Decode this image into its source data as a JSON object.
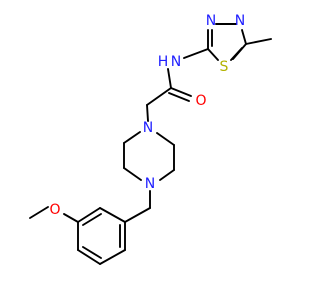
{
  "molecule": {
    "colors": {
      "bond": "#000000",
      "N": "#2020ff",
      "O": "#ff0000",
      "S": "#b2b200"
    },
    "atoms": [
      {
        "id": "amide-n",
        "text": "N",
        "element": "N"
      },
      {
        "id": "amide-h",
        "text": "H",
        "element": "N"
      },
      {
        "id": "carbonyl-o",
        "text": "O",
        "element": "O"
      },
      {
        "id": "thiadiazole-n3",
        "text": "N",
        "element": "N"
      },
      {
        "id": "thiadiazole-n4",
        "text": "N",
        "element": "N"
      },
      {
        "id": "thiadiazole-s",
        "text": "S",
        "element": "S"
      },
      {
        "id": "piperazine-n1",
        "text": "N",
        "element": "N"
      },
      {
        "id": "piperazine-n4",
        "text": "N",
        "element": "N"
      },
      {
        "id": "methoxy-o",
        "text": "O",
        "element": "O"
      }
    ]
  }
}
